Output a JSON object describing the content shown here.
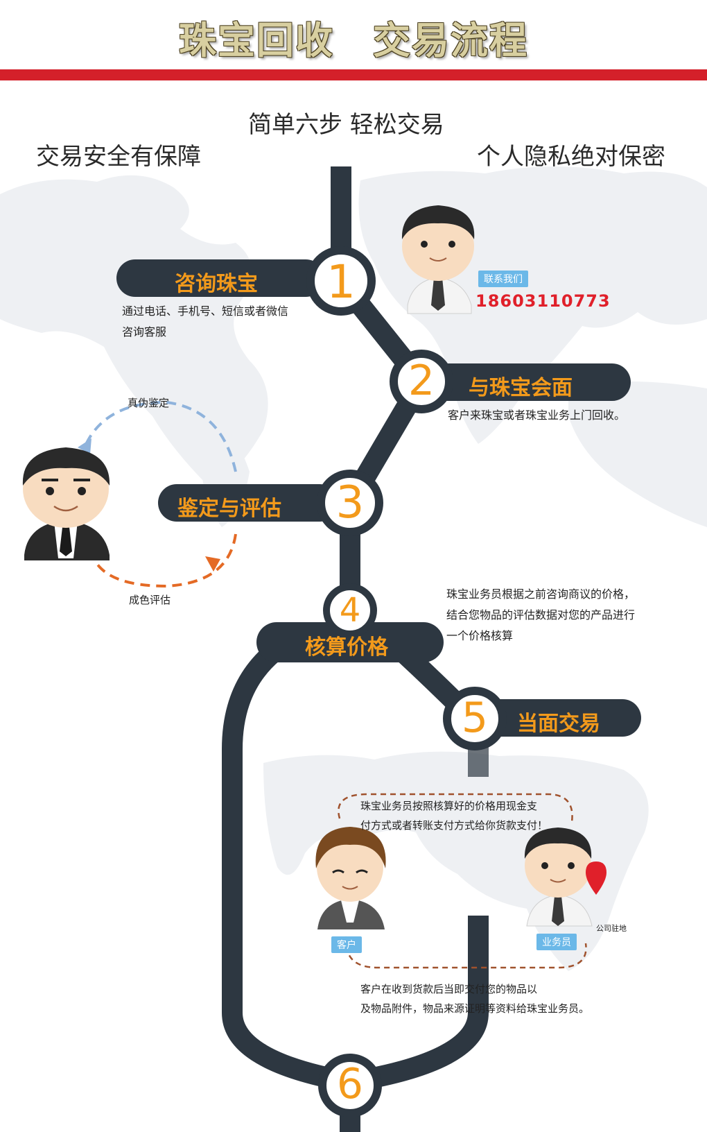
{
  "header": {
    "title": "珠宝回收　交易流程",
    "slogan_center": "简单六步  轻松交易",
    "slogan_left": "交易安全有保障",
    "slogan_right": "个人隐私绝对保密"
  },
  "colors": {
    "accent": "#f39a1b",
    "track": "#2d3741",
    "red": "#d4202a",
    "tag": "#6bb8e8",
    "phone": "#e0202a"
  },
  "steps": [
    {
      "number": "1",
      "label": "咨询珠宝",
      "desc_lines": [
        "通过电话、手机号、短信或者微信",
        "咨询客服"
      ]
    },
    {
      "number": "2",
      "label": "与珠宝会面",
      "desc_lines": [
        "客户来珠宝或者珠宝业务上门回收。"
      ]
    },
    {
      "number": "3",
      "label": "鉴定与评估",
      "desc_lines": []
    },
    {
      "number": "4",
      "label": "核算价格",
      "desc_lines": [
        "珠宝业务员根据之前咨询商议的价格，",
        "结合您物品的评估数据对您的产品进行",
        "一个价格核算"
      ]
    },
    {
      "number": "5",
      "label": "当面交易",
      "desc_lines": [
        "珠宝业务员按照核算好的价格用现金支",
        "付方式或者转账支付方式给你货款支付！"
      ]
    },
    {
      "number": "6",
      "label": "",
      "desc_lines": [
        "客户在收到货款后当即交付您的物品以",
        "及物品附件，物品来源证明等资料给珠宝业务员。"
      ]
    }
  ],
  "contact": {
    "tag": "联系我们",
    "phone": "18603110773"
  },
  "appraisal": {
    "top_label": "真伪鉴定",
    "bottom_label": "成色评估"
  },
  "trade": {
    "customer_tag": "客户",
    "staff_tag": "业务员",
    "pin_label": "公司驻地"
  }
}
